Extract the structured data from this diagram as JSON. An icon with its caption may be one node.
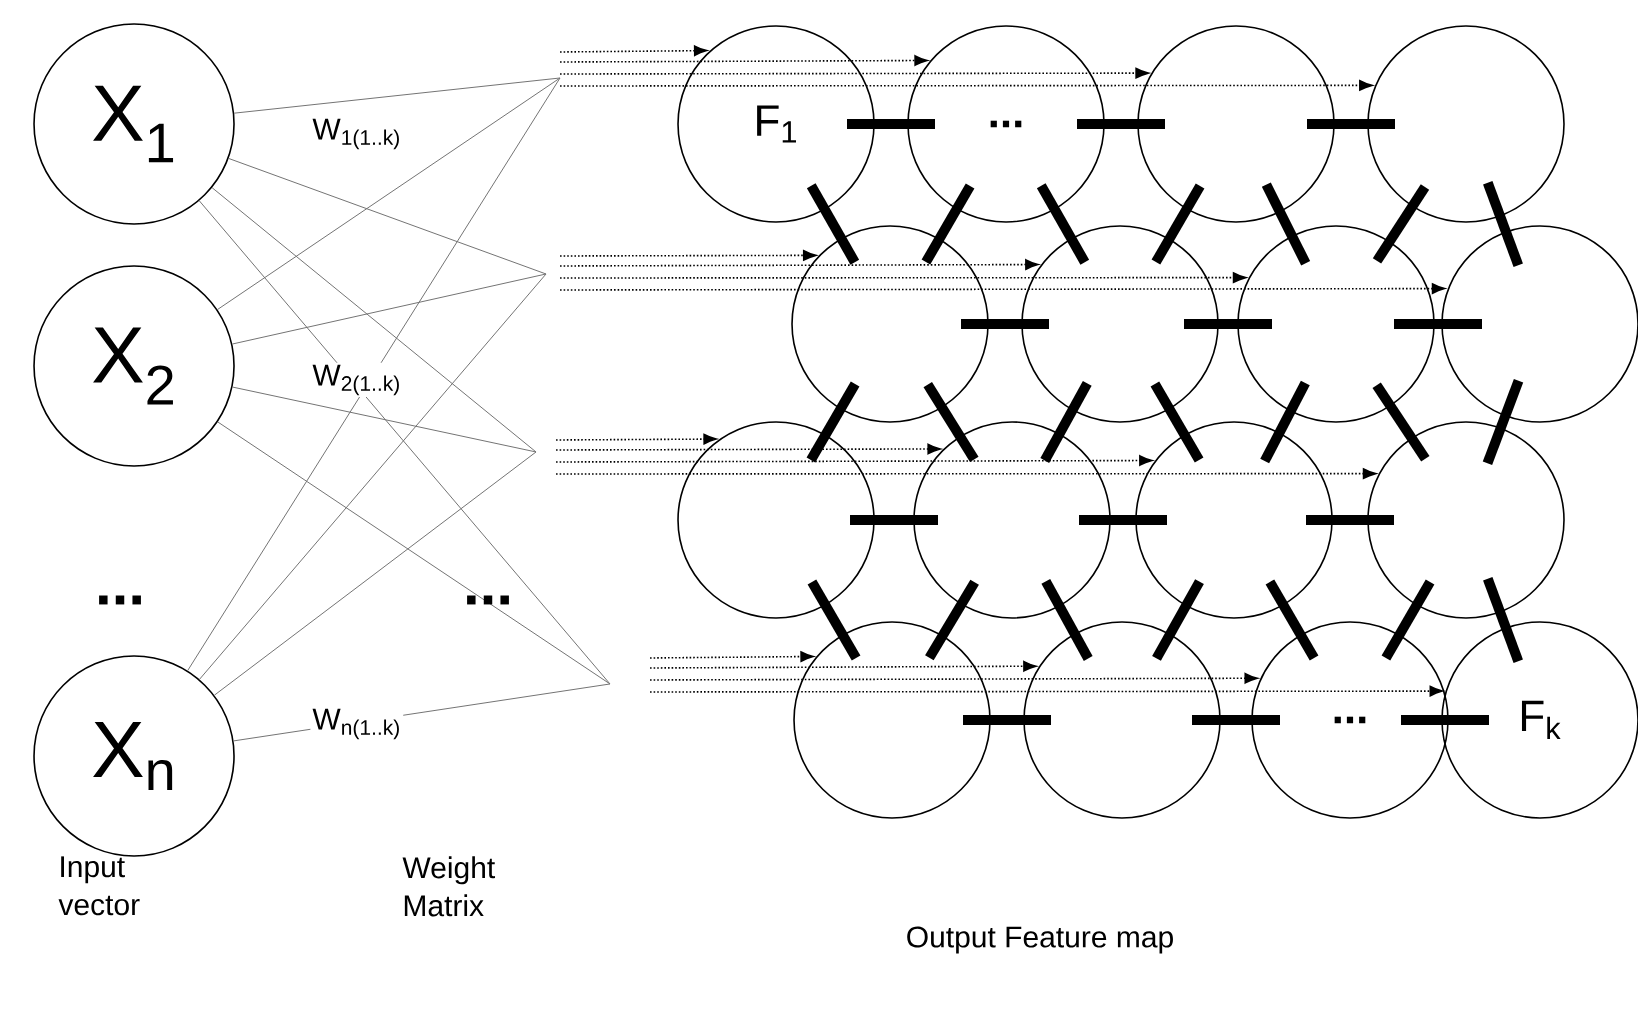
{
  "diagram": {
    "nodes": [
      {
        "text": [
          "X$_{1}$"
        ]
      },
      {
        "text": [
          "X$_{2}$"
        ]
      },
      {
        "text": [
          "X$_{n}$"
        ]
      },
      {
        "text": [
          "F$_{1}$"
        ]
      },
      {
        "text": [
          "..."
        ]
      },
      {
        "text": [],
        "shape": "circle"
      },
      {
        "text": [],
        "shape": "circle"
      },
      {
        "text": [],
        "shape": "circle"
      },
      {
        "text": [],
        "shape": "circle"
      },
      {
        "text": [],
        "shape": "circle"
      },
      {
        "text": [],
        "shape": "circle"
      },
      {
        "text": [],
        "shape": "circle"
      },
      {
        "text": [],
        "shape": "circle"
      },
      {
        "text": [],
        "shape": "circle"
      },
      {
        "text": [],
        "shape": "circle"
      },
      {
        "text": [],
        "shape": "circle"
      },
      {
        "text": [],
        "shape": "circle"
      },
      {
        "text": [
          "..."
        ]
      },
      {
        "text": [
          "F$_{k}$"
        ]
      }
    ],
    "edges": [
      {
        "from": 0,
        "to": null,
        "arrow": "none",
        "color": "#737373"
      },
      {
        "from": 0,
        "to": null,
        "arrow": "none",
        "color": "#737373"
      },
      {
        "from": 0,
        "to": null,
        "arrow": "none",
        "color": "#737373"
      },
      {
        "from": 0,
        "to": null,
        "arrow": "none",
        "color": "#737373"
      },
      {
        "from": 1,
        "to": null,
        "arrow": "none",
        "color": "#737373"
      },
      {
        "from": 1,
        "to": null,
        "arrow": "none",
        "color": "#737373"
      },
      {
        "from": 1,
        "to": null,
        "arrow": "none",
        "color": "#737373"
      },
      {
        "from": 1,
        "to": null,
        "arrow": "none",
        "color": "#737373"
      },
      {
        "from": 2,
        "to": null,
        "arrow": "none",
        "color": "#737373"
      },
      {
        "from": 2,
        "to": null,
        "arrow": "none",
        "color": "#737373"
      },
      {
        "from": 2,
        "to": null,
        "arrow": "none",
        "color": "#737373"
      },
      {
        "from": 2,
        "to": null,
        "arrow": "none",
        "color": "#737373"
      },
      {
        "from": null,
        "to": 3,
        "arrow": "to",
        "style": "dashed"
      },
      {
        "from": null,
        "to": 4,
        "arrow": "to",
        "style": "dashed"
      },
      {
        "from": null,
        "to": 5,
        "arrow": "to",
        "style": "dashed"
      },
      {
        "from": null,
        "to": 6,
        "arrow": "to",
        "style": "dashed"
      },
      {
        "from": null,
        "to": 7,
        "arrow": "to",
        "style": "dashed"
      },
      {
        "from": null,
        "to": 8,
        "arrow": "to",
        "style": "dashed"
      },
      {
        "from": null,
        "to": 9,
        "arrow": "to",
        "style": "dashed"
      },
      {
        "from": null,
        "to": 10,
        "arrow": "to",
        "style": "dashed"
      },
      {
        "from": null,
        "to": 11,
        "arrow": "to",
        "style": "dashed"
      },
      {
        "from": null,
        "to": 12,
        "arrow": "to",
        "style": "dashed"
      },
      {
        "from": null,
        "to": 13,
        "arrow": "to",
        "style": "dashed"
      },
      {
        "from": null,
        "to": 14,
        "arrow": "to",
        "style": "dashed"
      },
      {
        "from": null,
        "to": 15,
        "arrow": "to",
        "style": "dashed"
      },
      {
        "from": null,
        "to": 16,
        "arrow": "to",
        "style": "dashed"
      },
      {
        "from": null,
        "to": 17,
        "arrow": "to",
        "style": "dashed"
      },
      {
        "from": null,
        "to": 18,
        "arrow": "to",
        "style": "dashed"
      },
      {
        "from": 3,
        "to": 4,
        "arrow": "none"
      },
      {
        "from": 4,
        "to": 5,
        "arrow": "none"
      },
      {
        "from": 5,
        "to": 6,
        "arrow": "none"
      },
      {
        "from": 3,
        "to": 7,
        "arrow": "none"
      },
      {
        "from": 4,
        "to": 7,
        "arrow": "none"
      },
      {
        "from": 4,
        "to": 8,
        "arrow": "none"
      },
      {
        "from": 5,
        "to": 8,
        "arrow": "none"
      },
      {
        "from": 5,
        "to": 9,
        "arrow": "none"
      },
      {
        "from": 6,
        "to": 9,
        "arrow": "none"
      },
      {
        "from": 6,
        "to": 10,
        "arrow": "none"
      },
      {
        "from": 7,
        "to": 8,
        "arrow": "none"
      },
      {
        "from": 8,
        "to": 9,
        "arrow": "none"
      },
      {
        "from": 9,
        "to": 10,
        "arrow": "none"
      },
      {
        "from": 7,
        "to": 11,
        "arrow": "none"
      },
      {
        "from": 7,
        "to": 12,
        "arrow": "none"
      },
      {
        "from": 8,
        "to": 12,
        "arrow": "none"
      },
      {
        "from": 8,
        "to": 13,
        "arrow": "none"
      },
      {
        "from": 9,
        "to": 13,
        "arrow": "none"
      },
      {
        "from": 9,
        "to": 14,
        "arrow": "none"
      },
      {
        "from": 10,
        "to": 14,
        "arrow": "none"
      },
      {
        "from": 11,
        "to": 12,
        "arrow": "none"
      },
      {
        "from": 12,
        "to": 13,
        "arrow": "none"
      },
      {
        "from": 13,
        "to": 14,
        "arrow": "none"
      },
      {
        "from": 11,
        "to": 15,
        "arrow": "none"
      },
      {
        "from": 12,
        "to": 15,
        "arrow": "none"
      },
      {
        "from": 12,
        "to": 16,
        "arrow": "none"
      },
      {
        "from": 13,
        "to": 16,
        "arrow": "none"
      },
      {
        "from": 13,
        "to": 17,
        "arrow": "none"
      },
      {
        "from": 14,
        "to": 17,
        "arrow": "none"
      },
      {
        "from": 14,
        "to": 18,
        "arrow": "none"
      },
      {
        "from": 15,
        "to": 16,
        "arrow": "none"
      },
      {
        "from": 16,
        "to": 17,
        "arrow": "none"
      },
      {
        "from": 17,
        "to": 18,
        "arrow": "none"
      }
    ],
    "labels": [
      "W$_{1(1..k)}$",
      "W$_{2(1..k)}$",
      "...",
      "...",
      "W$_{n(1..k)}$",
      "Input vector",
      "Weight Matrix",
      "Output Feature map"
    ]
  }
}
